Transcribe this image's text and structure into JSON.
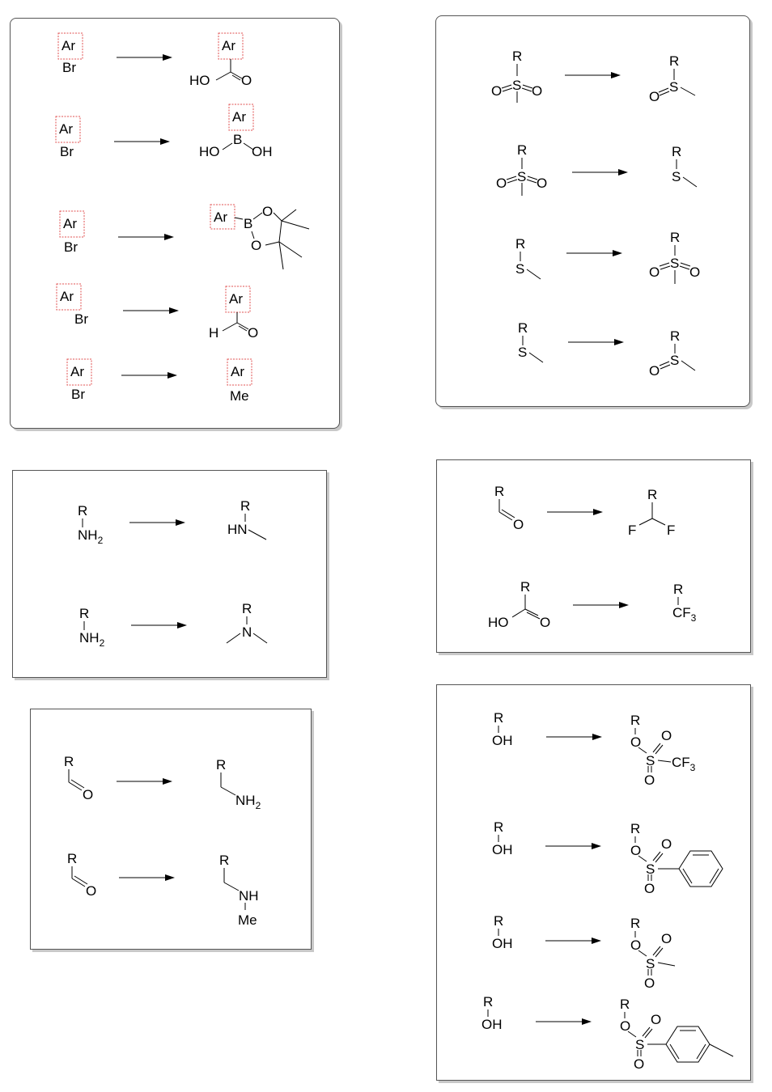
{
  "labels": {
    "ar": "Ar",
    "br": "Br",
    "r": "R",
    "ho": "HO",
    "oh": "OH",
    "o": "O",
    "b": "B",
    "h": "H",
    "me": "Me",
    "s": "S",
    "n": "N",
    "nh": "NH",
    "hn": "HN",
    "nh2_main": "NH",
    "sub2": "2",
    "sub3": "3",
    "f": "F",
    "cf3_main": "CF"
  },
  "colors": {
    "highlight": "#e05050",
    "line": "#000000",
    "panel_border": "#555555"
  }
}
